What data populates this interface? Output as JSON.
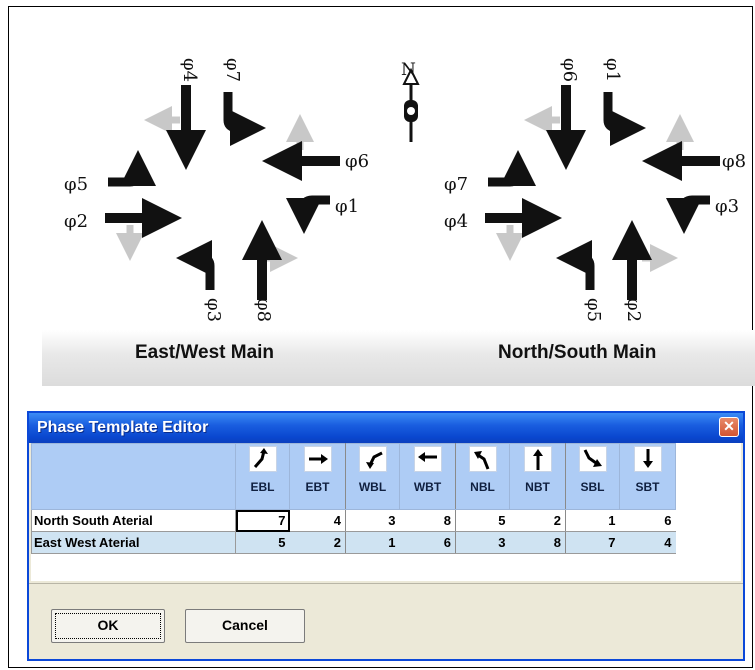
{
  "diagram": {
    "compass_label": "N",
    "left": {
      "title": "East/West Main",
      "phase_labels": {
        "top_left": "φ4",
        "top_right": "φ7",
        "right_upper": "φ6",
        "right_lower": "φ1",
        "left_upper": "φ5",
        "left_lower": "φ2",
        "bottom_left": "φ3",
        "bottom_right": "φ8"
      }
    },
    "right": {
      "title": "North/South Main",
      "phase_labels": {
        "top_left": "φ6",
        "top_right": "φ1",
        "right_upper": "φ8",
        "right_lower": "φ3",
        "left_upper": "φ7",
        "left_lower": "φ4",
        "bottom_left": "φ5",
        "bottom_right": "φ2"
      }
    }
  },
  "dialog": {
    "title": "Phase Template Editor",
    "close_label": "✕",
    "columns": [
      "EBL",
      "EBT",
      "WBL",
      "WBT",
      "NBL",
      "NBT",
      "SBL",
      "SBT"
    ],
    "column_icons": [
      "eb-left-turn-icon",
      "eb-through-icon",
      "wb-left-turn-icon",
      "wb-through-icon",
      "nb-left-turn-icon",
      "nb-through-icon",
      "sb-left-turn-icon",
      "sb-through-icon"
    ],
    "rows": [
      {
        "label": "North South Aterial",
        "values": [
          "7",
          "4",
          "3",
          "8",
          "5",
          "2",
          "1",
          "6"
        ]
      },
      {
        "label": "East West Aterial",
        "values": [
          "5",
          "2",
          "1",
          "6",
          "3",
          "8",
          "7",
          "4"
        ]
      }
    ],
    "ok_label": "OK",
    "cancel_label": "Cancel"
  },
  "colors": {
    "title_bar": "#0a47cf",
    "header_fill": "#aeccf5",
    "row_alt": "#cfe3f2",
    "arrow_black": "#111111",
    "arrow_gray": "#c8c8c8"
  }
}
